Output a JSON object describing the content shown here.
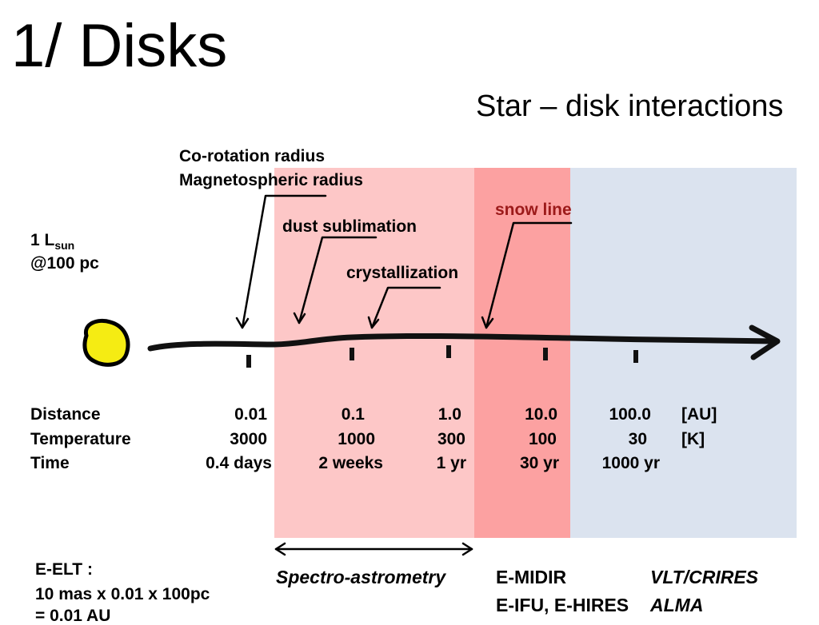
{
  "title": "1/ Disks",
  "subtitle": "Star – disk interactions",
  "star_label": {
    "luminosity_prefix": "1 L",
    "luminosity_sub": "sun",
    "distance": "@100 pc"
  },
  "annotations": {
    "corotation": "Co-rotation radius",
    "magnetospheric": "Magnetospheric radius",
    "dust_sublimation": "dust sublimation",
    "crystallization": "crystallization",
    "snow_line": "snow line"
  },
  "table": {
    "row_labels": [
      "Distance",
      "Temperature",
      "Time"
    ],
    "columns": [
      {
        "distance": "0.01",
        "temperature": "3000",
        "time": "0.4 days"
      },
      {
        "distance": "0.1",
        "temperature": "1000",
        "time": "2 weeks"
      },
      {
        "distance": "1.0",
        "temperature": "300",
        "time": "1 yr"
      },
      {
        "distance": "10.0",
        "temperature": "100",
        "time": "30 yr"
      },
      {
        "distance": "100.0",
        "temperature": "30",
        "time": "1000 yr"
      }
    ],
    "units": {
      "distance": "[AU]",
      "temperature": "[K]"
    }
  },
  "instruments": {
    "spectro_astrometry": "Spectro-astrometry",
    "e_midir": "E-MIDIR",
    "e_ifu": "E-IFU, E-HIRES",
    "vlt_crires": "VLT/CRIRES",
    "alma": "ALMA"
  },
  "eelt": {
    "line1": "E-ELT :",
    "line2": "10 mas x 0.01 x 100pc",
    "line3": "= 0.01 AU"
  },
  "colors": {
    "inner_band": "#fdc7c7",
    "snow_band": "#fca1a1",
    "outer_band": "#dbe3ef",
    "star_fill": "#f5ec13",
    "snow_label": "#9c1a1a"
  }
}
